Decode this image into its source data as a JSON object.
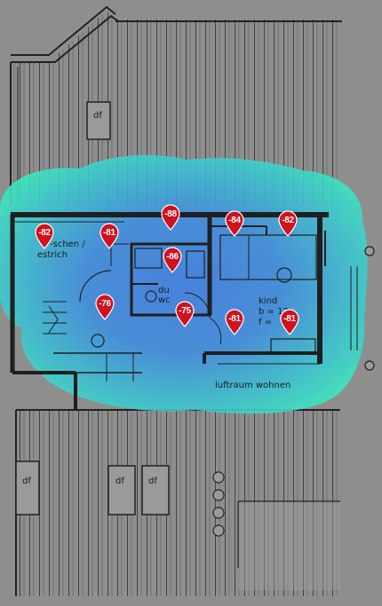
{
  "floorplan": {
    "labels": {
      "df_top": "df",
      "df_bottom_1": "df",
      "df_bottom_2": "df",
      "df_bottom_3": "df",
      "room_left_1": "-schen /",
      "room_left_2": "estrich",
      "room_du": "du",
      "room_wc": "wc",
      "room_kind": "kind",
      "room_b": "b = 12",
      "room_f": "f =",
      "luftraum": "luftraum wohnen"
    }
  },
  "heatmap": {
    "colors": {
      "core": "#3f7fe6",
      "edge": "#39e8c2"
    }
  },
  "pins": [
    {
      "id": "p1",
      "value": "-82"
    },
    {
      "id": "p2",
      "value": "-81"
    },
    {
      "id": "p3",
      "value": "-88"
    },
    {
      "id": "p4",
      "value": "-84"
    },
    {
      "id": "p5",
      "value": "-82"
    },
    {
      "id": "p6",
      "value": "-86"
    },
    {
      "id": "p7",
      "value": "-76"
    },
    {
      "id": "p8",
      "value": "-75"
    },
    {
      "id": "p9",
      "value": "-81"
    },
    {
      "id": "p10",
      "value": "-81"
    }
  ],
  "pin_color": "#d0121f"
}
